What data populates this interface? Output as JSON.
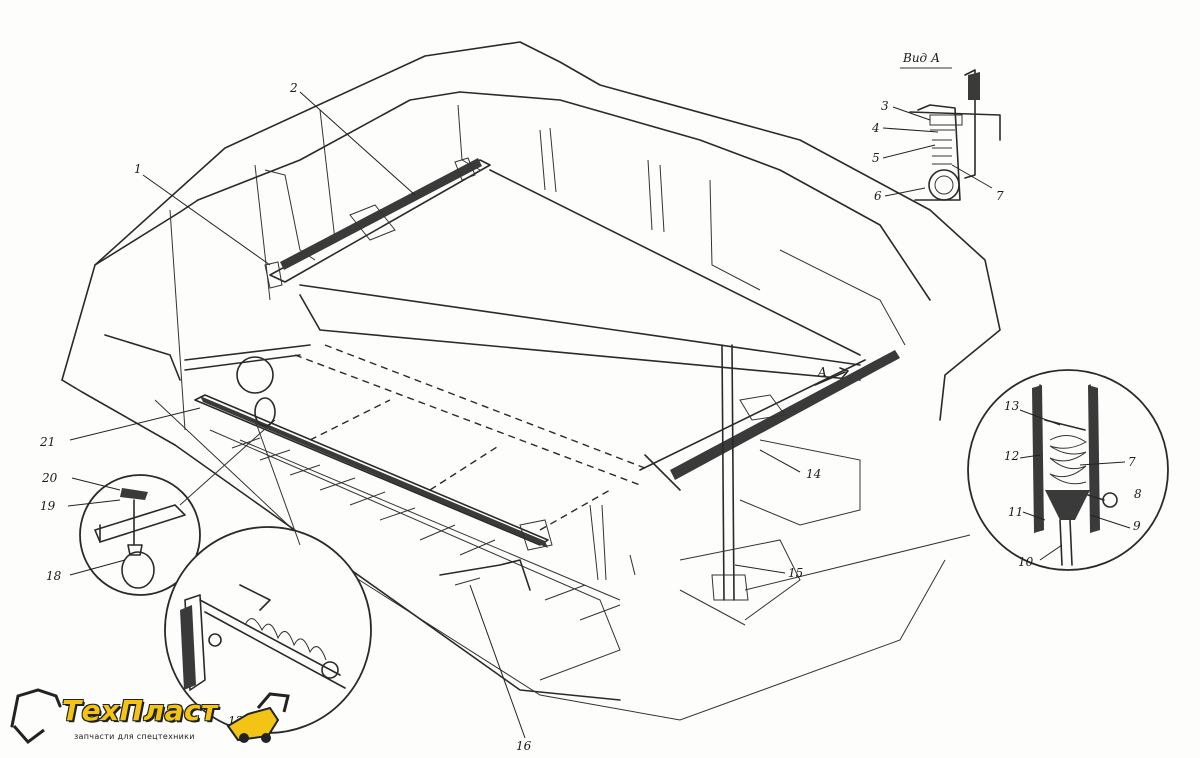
{
  "view_title": "Вид А",
  "callouts": {
    "c1": "1",
    "c2": "2",
    "c3": "3",
    "c4": "4",
    "c5": "5",
    "c6": "6",
    "c7a": "7",
    "c7b": "7",
    "c8": "8",
    "c9": "9",
    "c10": "10",
    "c11": "11",
    "c12a": "12",
    "c12b": "12",
    "c13": "13",
    "c14": "14",
    "c15": "15",
    "c16": "16",
    "c18": "18",
    "c19": "19",
    "c20": "20",
    "c21": "21",
    "arrow_a": "A"
  },
  "logo": {
    "name": "ТехПласт",
    "tagline": "запчасти для спецтехники",
    "colors": {
      "yellow": "#f4c415",
      "outline": "#222222"
    }
  }
}
